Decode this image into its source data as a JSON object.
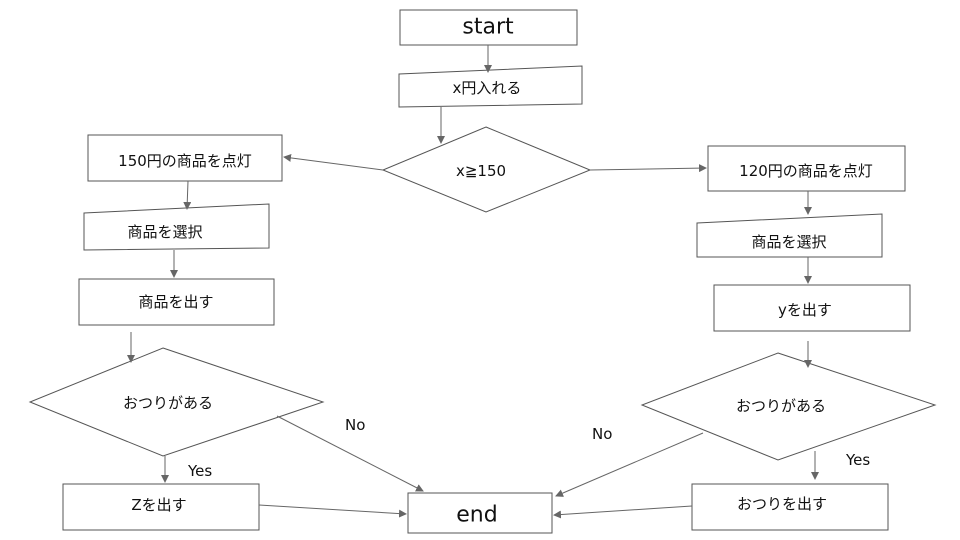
{
  "nodes": {
    "start": "start",
    "insert": "x円入れる",
    "decision": "x≧150",
    "light150": "150円の商品を点灯",
    "select_left": "商品を選択",
    "dispense_left": "商品を出す",
    "change_left": "おつりがある",
    "z_out": "Zを出す",
    "end": "end",
    "light120": "120円の商品を点灯",
    "select_right": "商品を選択",
    "y_out": "yを出す",
    "change_right": "おつりがある",
    "change_out": "おつりを出す"
  },
  "edge_labels": {
    "left_yes": "Yes",
    "left_no": "No",
    "right_no": "No",
    "right_yes": "Yes"
  }
}
